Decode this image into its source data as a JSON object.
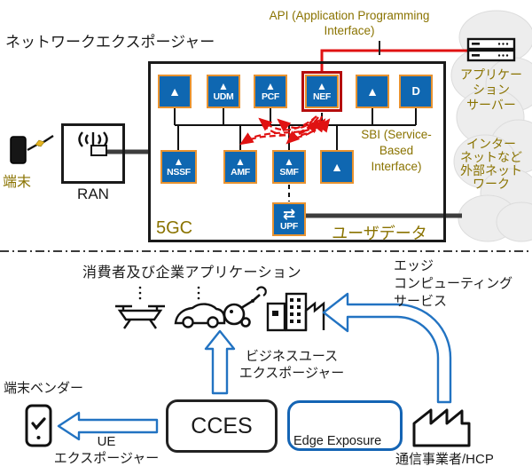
{
  "colors": {
    "nf_blue": "#0f67b1",
    "nf_orange_border": "#e8922f",
    "highlight_red": "#b50d0d",
    "flow_red": "#e01212",
    "olive_text": "#8a7300",
    "arrow_blue": "#2273c2",
    "thick_line": "#3d3d3d",
    "cloud_gray": "#ededed"
  },
  "network_exposure_title": "ネットワークエクスポージャー",
  "api_label": [
    "API (Application Programming",
    "Interface)"
  ],
  "sbi_label": [
    "SBI (Service-",
    "Based",
    "Interface)"
  ],
  "core": {
    "name": "5GC",
    "user_data": "ユーザデータ",
    "upf": "UPF",
    "nf_top": [
      "",
      "UDM",
      "PCF",
      "NEF",
      "",
      "D"
    ],
    "nf_bottom": [
      "NSSF",
      "AMF",
      "SMF",
      ""
    ]
  },
  "access": {
    "device": "端末",
    "ran": "RAN"
  },
  "cloud": {
    "app_server": [
      "アプリケー",
      "ション",
      "サーバー"
    ],
    "external_network": [
      "インター",
      "ネットなど",
      "外部ネット",
      "ワーク"
    ]
  },
  "bottom": {
    "apps_title": "消費者及び企業アプリケーション",
    "edge_service": [
      "エッジ",
      "コンピューティング",
      "サービス"
    ],
    "business_exposure": [
      "ビジネスユース",
      "エクスポージャー"
    ],
    "device_vendor": "端末ベンダー",
    "ue_exposure": [
      "UE",
      "エクスポージャー"
    ],
    "cces": "CCES",
    "edge_exposure": "Edge Exposure",
    "operator": "通信事業者/HCP"
  },
  "icons": {
    "nf_triangle": "▲",
    "upf_exchange": "⇄"
  }
}
